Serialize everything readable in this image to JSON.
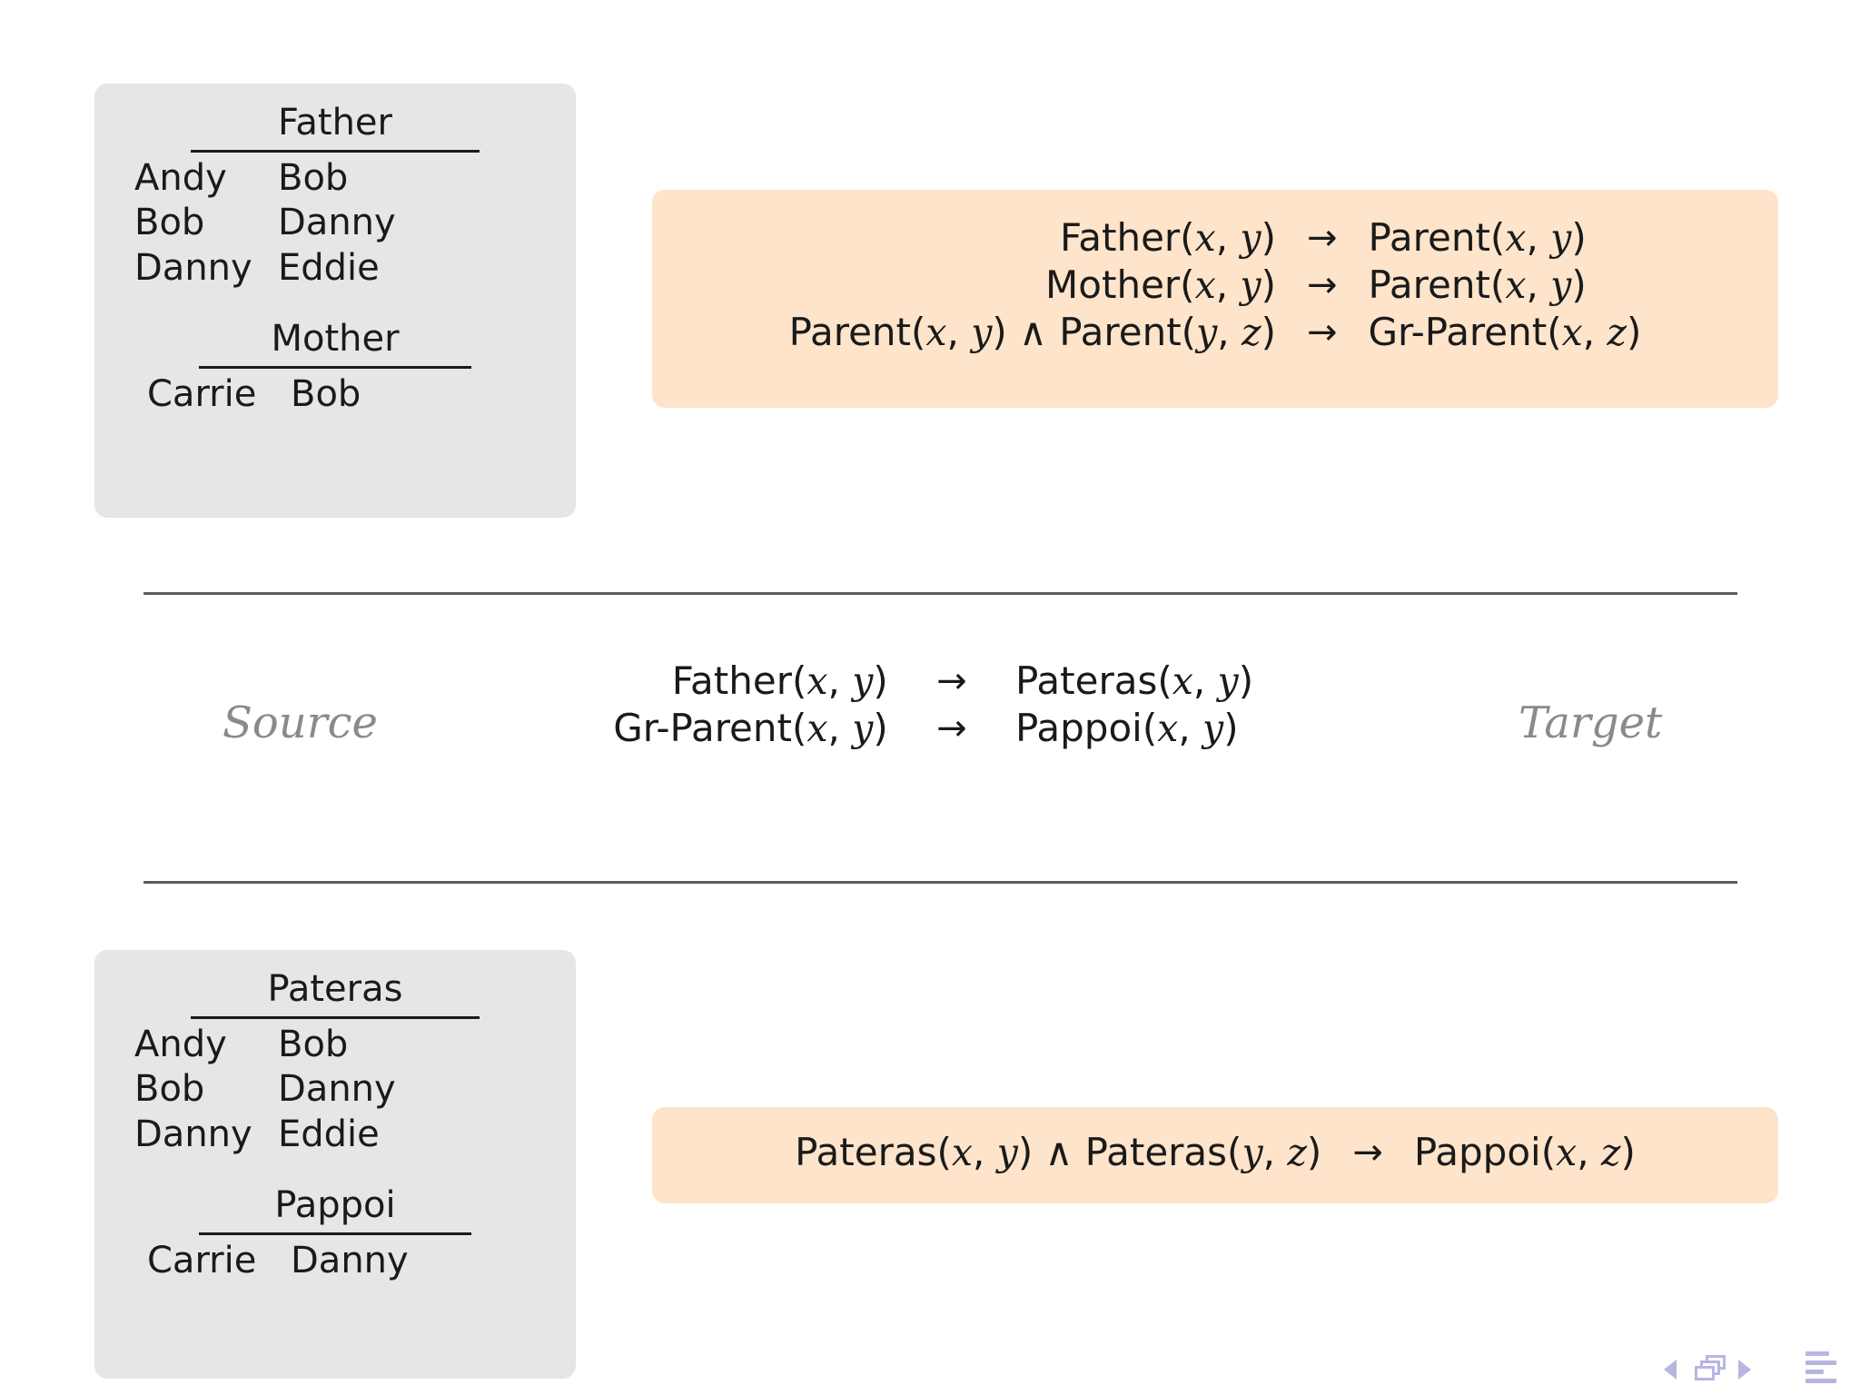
{
  "source_panel": {
    "tables": [
      {
        "name": "Father",
        "title": "Father",
        "rows": [
          [
            "Andy",
            "Bob"
          ],
          [
            "Bob",
            "Danny"
          ],
          [
            "Danny",
            "Eddie"
          ]
        ]
      },
      {
        "name": "Mother",
        "title": "Mother",
        "rows": [
          [
            "Carrie",
            "Bob"
          ]
        ]
      }
    ]
  },
  "source_rules": {
    "lines": [
      {
        "lhs": [
          {
            "t": "Father(",
            "k": "op"
          },
          {
            "t": "x",
            "k": "var"
          },
          {
            "t": ", ",
            "k": "op"
          },
          {
            "t": "y",
            "k": "var"
          },
          {
            "t": ")",
            "k": "op"
          }
        ],
        "arrow": "→",
        "rhs": [
          {
            "t": "Parent(",
            "k": "op"
          },
          {
            "t": "x",
            "k": "var"
          },
          {
            "t": ", ",
            "k": "op"
          },
          {
            "t": "y",
            "k": "var"
          },
          {
            "t": ")",
            "k": "op"
          }
        ]
      },
      {
        "lhs": [
          {
            "t": "Mother(",
            "k": "op"
          },
          {
            "t": "x",
            "k": "var"
          },
          {
            "t": ", ",
            "k": "op"
          },
          {
            "t": "y",
            "k": "var"
          },
          {
            "t": ")",
            "k": "op"
          }
        ],
        "arrow": "→",
        "rhs": [
          {
            "t": "Parent(",
            "k": "op"
          },
          {
            "t": "x",
            "k": "var"
          },
          {
            "t": ", ",
            "k": "op"
          },
          {
            "t": "y",
            "k": "var"
          },
          {
            "t": ")",
            "k": "op"
          }
        ]
      },
      {
        "lhs": [
          {
            "t": "Parent(",
            "k": "op"
          },
          {
            "t": "x",
            "k": "var"
          },
          {
            "t": ", ",
            "k": "op"
          },
          {
            "t": "y",
            "k": "var"
          },
          {
            "t": ") ∧ Parent(",
            "k": "op"
          },
          {
            "t": "y",
            "k": "var"
          },
          {
            "t": ", ",
            "k": "op"
          },
          {
            "t": "z",
            "k": "var"
          },
          {
            "t": ")",
            "k": "op"
          }
        ],
        "arrow": "→",
        "rhs": [
          {
            "t": "Gr-Parent(",
            "k": "op"
          },
          {
            "t": "x",
            "k": "var"
          },
          {
            "t": ", ",
            "k": "op"
          },
          {
            "t": "z",
            "k": "var"
          },
          {
            "t": ")",
            "k": "op"
          }
        ]
      }
    ]
  },
  "mapping": {
    "source_label": "Source",
    "target_label": "Target",
    "lines": [
      {
        "lhs": [
          {
            "t": "Father(",
            "k": "op"
          },
          {
            "t": "x",
            "k": "var"
          },
          {
            "t": ", ",
            "k": "op"
          },
          {
            "t": "y",
            "k": "var"
          },
          {
            "t": ")",
            "k": "op"
          }
        ],
        "arrow": "→",
        "rhs": [
          {
            "t": "Pateras(",
            "k": "op"
          },
          {
            "t": "x",
            "k": "var"
          },
          {
            "t": ", ",
            "k": "op"
          },
          {
            "t": "y",
            "k": "var"
          },
          {
            "t": ")",
            "k": "op"
          }
        ]
      },
      {
        "lhs": [
          {
            "t": "Gr-Parent(",
            "k": "op"
          },
          {
            "t": "x",
            "k": "var"
          },
          {
            "t": ", ",
            "k": "op"
          },
          {
            "t": "y",
            "k": "var"
          },
          {
            "t": ")",
            "k": "op"
          }
        ],
        "arrow": "→",
        "rhs": [
          {
            "t": "Pappoi(",
            "k": "op"
          },
          {
            "t": "x",
            "k": "var"
          },
          {
            "t": ", ",
            "k": "op"
          },
          {
            "t": "y",
            "k": "var"
          },
          {
            "t": ")",
            "k": "op"
          }
        ]
      }
    ]
  },
  "target_panel": {
    "tables": [
      {
        "name": "Pateras",
        "title": "Pateras",
        "rows": [
          [
            "Andy",
            "Bob"
          ],
          [
            "Bob",
            "Danny"
          ],
          [
            "Danny",
            "Eddie"
          ]
        ]
      },
      {
        "name": "Pappoi",
        "title": "Pappoi",
        "rows": [
          [
            "Carrie",
            "Danny"
          ]
        ]
      }
    ]
  },
  "target_rules": {
    "lines": [
      {
        "lhs": [
          {
            "t": "Pateras(",
            "k": "op"
          },
          {
            "t": "x",
            "k": "var"
          },
          {
            "t": ", ",
            "k": "op"
          },
          {
            "t": "y",
            "k": "var"
          },
          {
            "t": ") ∧ Pateras(",
            "k": "op"
          },
          {
            "t": "y",
            "k": "var"
          },
          {
            "t": ", ",
            "k": "op"
          },
          {
            "t": "z",
            "k": "var"
          },
          {
            "t": ")",
            "k": "op"
          }
        ],
        "arrow": "→",
        "rhs": [
          {
            "t": "Pappoi(",
            "k": "op"
          },
          {
            "t": "x",
            "k": "var"
          },
          {
            "t": ", ",
            "k": "op"
          },
          {
            "t": "z",
            "k": "var"
          },
          {
            "t": ")",
            "k": "op"
          }
        ]
      }
    ]
  },
  "navigation": {
    "items": [
      {
        "name": "prev-slide-icon",
        "glyph": "◀"
      },
      {
        "name": "slide-stack-icon",
        "glyph": "❐"
      },
      {
        "name": "next-slide-icon",
        "glyph": "▶"
      },
      {
        "name": "outline-icon",
        "glyph": "≡"
      }
    ]
  },
  "colors": {
    "panel_gray": "#e6e6e6",
    "rule_orange": "#fde4ca",
    "divider": "#5b5b5b",
    "label_gray": "#8a8a8a",
    "nav_purple": "#b7b6e0",
    "text": "#1a1a1a"
  }
}
